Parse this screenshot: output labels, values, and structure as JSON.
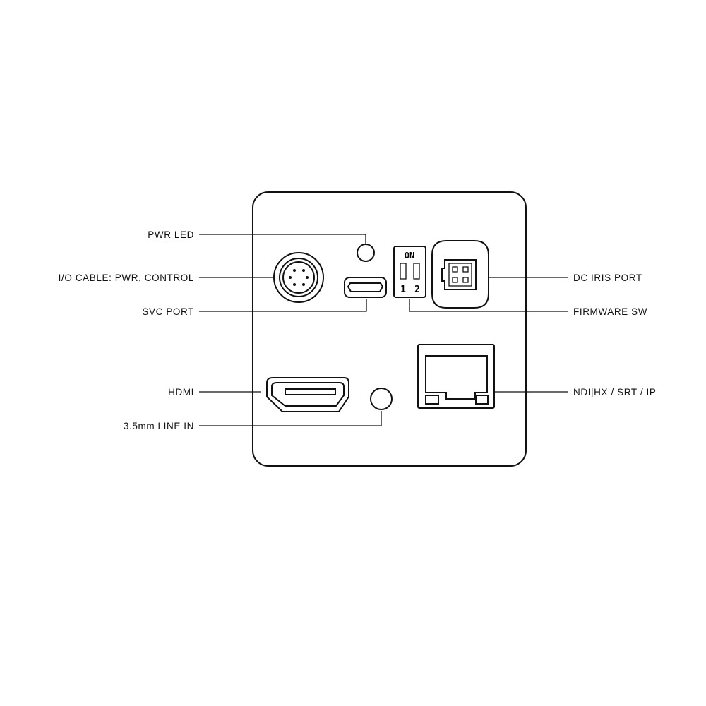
{
  "labels": {
    "pwr_led": "PWR LED",
    "io_cable": "I/O CABLE: PWR, CONTROL",
    "svc_port": "SVC PORT",
    "hdmi": "HDMI",
    "line_in": "3.5mm LINE IN",
    "dc_iris": "DC IRIS PORT",
    "firmware_sw": "FIRMWARE SW",
    "network": "NDI|HX / SRT / IP"
  },
  "dip_switch": {
    "on_label": "ON",
    "switch_1": "1",
    "switch_2": "2"
  }
}
